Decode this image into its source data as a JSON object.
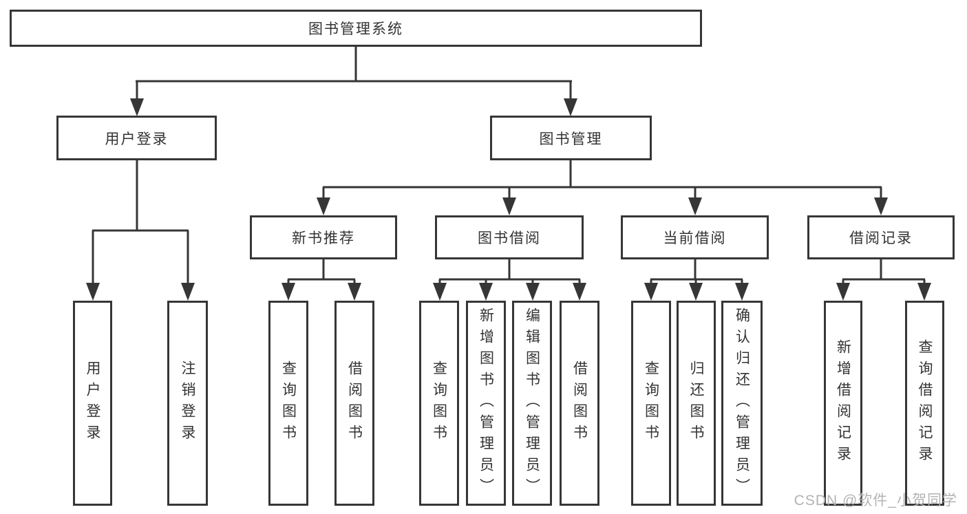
{
  "tree": {
    "label": "图书管理系统",
    "children": [
      {
        "label": "用户登录",
        "children": [
          {
            "label": "用户登录"
          },
          {
            "label": "注销登录"
          }
        ]
      },
      {
        "label": "图书管理",
        "children": [
          {
            "label": "新书推荐",
            "children": [
              {
                "label": "查询图书"
              },
              {
                "label": "借阅图书"
              }
            ]
          },
          {
            "label": "图书借阅",
            "children": [
              {
                "label": "查询图书"
              },
              {
                "label": "新增图书（管理员）"
              },
              {
                "label": "编辑图书（管理员）"
              },
              {
                "label": "借阅图书"
              }
            ]
          },
          {
            "label": "当前借阅",
            "children": [
              {
                "label": "查询图书"
              },
              {
                "label": "归还图书"
              },
              {
                "label": "确认归还（管理员）"
              }
            ]
          },
          {
            "label": "借阅记录",
            "children": [
              {
                "label": "新增借阅记录"
              },
              {
                "label": "查询借阅记录"
              }
            ]
          }
        ]
      }
    ]
  },
  "watermark": {
    "text": "CSDN @软件_小贺同学"
  },
  "colors": {
    "line": "#363636",
    "text": "#333333",
    "box_fill": "#ffffff",
    "background": "#ffffff",
    "watermark": "#b3b3b3"
  }
}
